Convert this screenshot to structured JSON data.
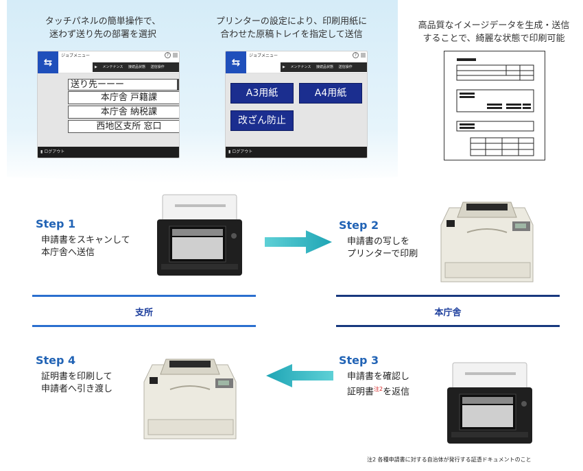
{
  "caption1": {
    "line1": "タッチパネルの簡単操作で、",
    "line2": "迷わず送り先の部署を選択"
  },
  "caption2": {
    "line1": "プリンターの設定により、印刷用紙に",
    "line2": "合わせた原稿トレイを指定して送信"
  },
  "caption3": {
    "line1": "高品質なイメージデータを生成・送信",
    "line2": "することで、綺麗な状態で印刷可能"
  },
  "panel": {
    "menu_title": "ジョブメニュー",
    "tool1": "メンテナンス",
    "tool2": "接続品状態",
    "tool3": "送信操作",
    "logout": "ログアウト",
    "help_glyph": "?"
  },
  "panel1": {
    "dropdown": "送り先ーーー",
    "options": [
      "本庁舎 戸籍課",
      "本庁舎 納税課",
      "西地区支所 窓口"
    ]
  },
  "panel2": {
    "buttons": [
      "A3用紙",
      "A4用紙",
      "改ざん防止"
    ]
  },
  "steps": [
    {
      "title": "Step 1",
      "line1": "申請書をスキャンして",
      "line2": "本庁舎へ送信"
    },
    {
      "title": "Step 2",
      "line1": "申請書の写しを",
      "line2": "プリンターで印刷"
    },
    {
      "title": "Step 3",
      "line1": "申請書を確認し",
      "line2a": "証明書",
      "sup": "注2",
      "line2b": "を返信"
    },
    {
      "title": "Step 4",
      "line1": "証明書を印刷して",
      "line2": "申請者へ引き渡し"
    }
  ],
  "locations": {
    "left": "支所",
    "right": "本庁舎"
  },
  "footnote": "注2 各種申請書に対する自治体が発行する証憑ドキュメントのこと",
  "colors": {
    "accent_blue": "#2163b5",
    "dark_blue": "#1b3d9c",
    "arrow_teal": "#1fa5b5",
    "panel_blue": "#1f4fbb",
    "button_navy": "#1b2e8f"
  }
}
